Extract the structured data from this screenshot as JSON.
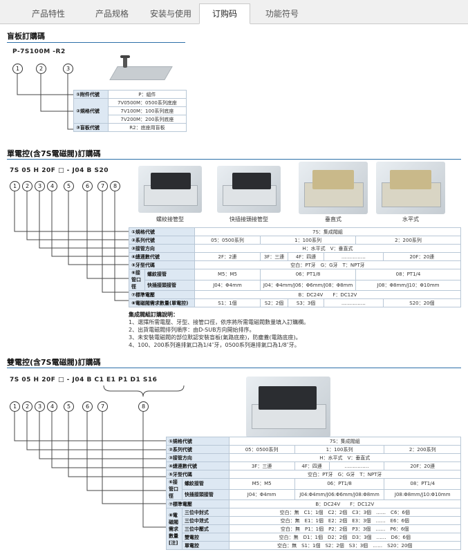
{
  "tabs": [
    {
      "label": "产品特性"
    },
    {
      "label": "产品规格"
    },
    {
      "label": "安装与使用"
    },
    {
      "label": "订购码"
    },
    {
      "label": "功能符号"
    }
  ],
  "s1": {
    "title": "盲板訂購碼",
    "code": "P-7S100M -R2",
    "circles": [
      "1",
      "2",
      "3"
    ],
    "rows": [
      {
        "label": "①附件代號",
        "vals": [
          "P：組件"
        ]
      },
      {
        "label": "②規格代號",
        "vals": [
          "7V0500M：0500系列底座",
          "7V100M：100系列底座",
          "7V200M：200系列底座"
        ]
      },
      {
        "label": "③盲板代號",
        "vals": [
          "R2：底座用盲板"
        ]
      }
    ]
  },
  "s2": {
    "title": "單電控(含7S電磁閥)訂購碼",
    "code": "7S  05  H  20F □ - J04  B S20",
    "circles": [
      "1",
      "2",
      "3",
      "4",
      "5",
      "6",
      "7",
      "8"
    ],
    "captions": [
      "螺紋接管型",
      "快插接頭接管型",
      "垂直式",
      "水平式"
    ],
    "rows": [
      {
        "label": "①規格代號",
        "vals": [
          "7S：集成閥組"
        ]
      },
      {
        "label": "②系列代號",
        "vals": [
          "05：0500系列",
          "1：100系列",
          "2：200系列"
        ]
      },
      {
        "label": "③接管方向",
        "vals": [
          "H：水平式　V：垂直式"
        ]
      },
      {
        "label": "④總連數代號",
        "vals": [
          "2F：2連",
          "3F：三連",
          "4F：四連",
          "……………",
          "20F：20連"
        ]
      },
      {
        "label": "⑤牙型代碼",
        "vals": [
          "空白：PT牙　G：G牙　T：NPT牙"
        ]
      },
      {
        "label": "螺紋接管",
        "vals": [
          "M5：M5",
          "06：PT1/8",
          "08：PT1/4"
        ]
      },
      {
        "label": "快插接頭接管",
        "vals": [
          "J04：Φ4mm",
          "J04：Φ4mm/J06：Φ6mm/J08：Φ8mm",
          "J08：Φ8mm/J10：Φ10mm"
        ]
      },
      {
        "label": "⑦標準電壓",
        "vals": [
          "B：DC24V　　F：DC12V"
        ]
      },
      {
        "label": "⑧電磁閥需求數量(單電控)",
        "vals": [
          "S1：1個",
          "S2：2個",
          "S3：3個",
          "……………",
          "S20：20個"
        ]
      }
    ],
    "port_label": "⑥接管口徑",
    "notes": [
      "集成閥組訂購說明：",
      "1、選擇所需電壓、牙型、接管口徑，依序將所需電磁閥數量填入訂購欄。",
      "2、出貨電磁閥排列順序：由D-SUB方向開始排序。",
      "3、未安裝電磁閥的部位默認安裝盲板(氣路底座)，防塵蓋(電路底座)。",
      "4、100、200系列進排氣口為1/4″牙，0500系列進排氣口為1/8″牙。"
    ]
  },
  "s3": {
    "title": "雙電控(含7S電磁閥)訂購碼",
    "code": "7S  05  H  20F □ - J04  B  C1  E1  P1  D1  S16",
    "circles": [
      "1",
      "2",
      "3",
      "4",
      "5",
      "6",
      "7",
      "8"
    ],
    "rows": [
      {
        "label": "①規格代號",
        "vals": [
          "7S：集成閥組"
        ]
      },
      {
        "label": "②系列代號",
        "vals": [
          "05：0500系列",
          "1：100系列",
          "2：200系列"
        ]
      },
      {
        "label": "③接管方向",
        "vals": [
          "H：水平式　V：垂直式"
        ]
      },
      {
        "label": "④總連數代號",
        "vals": [
          "3F：三連",
          "4F：四連",
          "……………",
          "20F：20連"
        ]
      },
      {
        "label": "⑤牙型代碼",
        "vals": [
          "空白：PT牙　G：G牙　T：NPT牙"
        ]
      },
      {
        "label": "螺紋接管",
        "vals": [
          "M5：M5",
          "06：PT1/8",
          "08：PT1/4"
        ]
      },
      {
        "label": "快插接頭接管",
        "vals": [
          "J04：Φ4mm",
          "J04:Φ4mm/J06:Φ6mm/J08:Φ8mm",
          "J08:Φ8mm/J10:Φ10mm"
        ]
      },
      {
        "label": "⑦標準電壓",
        "vals": [
          "B：DC24V　　F：DC12V"
        ]
      },
      {
        "label": "三位中封式",
        "vals": [
          "空白：無　C1：1個　C2：2個　C3：3個　……　C6：6個"
        ]
      },
      {
        "label": "三位中泄式",
        "vals": [
          "空白：無　E1：1個　E2：2個　E3：3個　……　E6：6個"
        ]
      },
      {
        "label": "三位中壓式",
        "vals": [
          "空白：無　P1：1個　P2：2個　P3：3個　……　P6：6個"
        ]
      },
      {
        "label": "雙電控",
        "vals": [
          "空白：無　D1：1個　D2：2個　D3：3個　……　D6：6個"
        ]
      },
      {
        "label": "單電控",
        "vals": [
          "空白：無　S1：1個　S2：2個　S3：3個　……　S20：20個"
        ]
      }
    ],
    "port_label": "⑥接管口徑",
    "qty_label": "⑧電磁閥需求數量[注]"
  },
  "colors": {
    "accent": "#2b6fa8",
    "label_bg": "#dde8f3",
    "border": "#b8c7d6"
  }
}
